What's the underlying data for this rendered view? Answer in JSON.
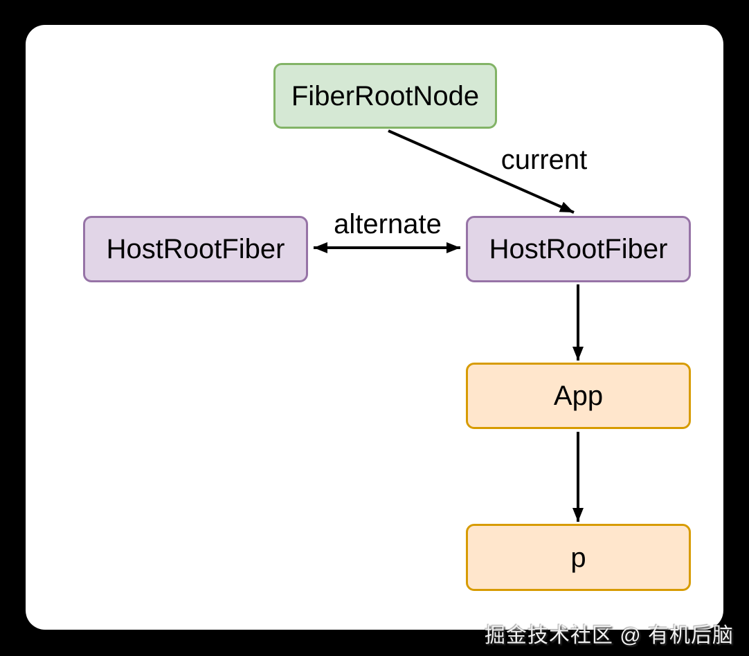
{
  "diagram": {
    "nodes": {
      "fiber_root": {
        "label": "FiberRootNode",
        "fill": "#d5e8d4",
        "border": "#82b366"
      },
      "host_root_left": {
        "label": "HostRootFiber",
        "fill": "#e1d5e7",
        "border": "#9673a6"
      },
      "host_root_right": {
        "label": "HostRootFiber",
        "fill": "#e1d5e7",
        "border": "#9673a6"
      },
      "app": {
        "label": "App",
        "fill": "#ffe6cc",
        "border": "#d79b00"
      },
      "p": {
        "label": "p",
        "fill": "#ffe6cc",
        "border": "#d79b00"
      }
    },
    "edges": {
      "current": {
        "label": "current",
        "from": "fiber_root",
        "to": "host_root_right",
        "direction": "one-way"
      },
      "alternate": {
        "label": "alternate",
        "from": "host_root_left",
        "to": "host_root_right",
        "direction": "two-way"
      },
      "host_to_app": {
        "label": "",
        "from": "host_root_right",
        "to": "app",
        "direction": "one-way"
      },
      "app_to_p": {
        "label": "",
        "from": "app",
        "to": "p",
        "direction": "one-way"
      }
    },
    "colors": {
      "arrow": "#000000",
      "canvas": "#ffffff",
      "background": "#000000",
      "text": "#000000"
    }
  },
  "watermark": {
    "text": "掘金技术社区 @ 有机后脑"
  }
}
